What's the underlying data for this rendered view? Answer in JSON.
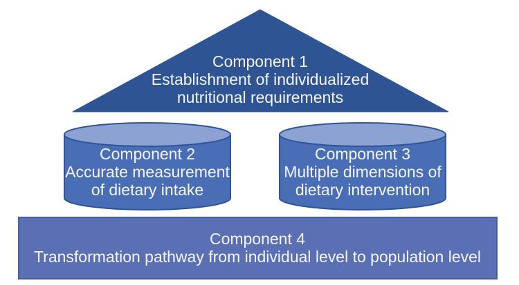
{
  "figure": {
    "type": "pyramid-component-diagram",
    "description": "Four-component diagram: a triangle on top, two cylinders in the middle row, and a wide rectangle base"
  },
  "colors": {
    "background": "#ffffff",
    "triangle_fill": "#2e5494",
    "cylinder_body": "#4a6eb6",
    "cylinder_top": "#8ca2d2",
    "cylinder_stroke": "#2f5496",
    "rect_fill": "#5a6fb4",
    "rect_border": "#475c9f",
    "text": "#f5f6fa"
  },
  "components": [
    {
      "shape": "triangle",
      "title": "Component 1",
      "lines": [
        "Establishment of individualized",
        "nutritional requirements"
      ]
    },
    {
      "shape": "cylinder",
      "title": "Component 2",
      "lines": [
        "Accurate measurement",
        "of dietary intake"
      ]
    },
    {
      "shape": "cylinder",
      "title": "Component 3",
      "lines": [
        "Multiple dimensions of",
        "dietary intervention"
      ]
    },
    {
      "shape": "rectangle",
      "title": "Component 4",
      "lines": [
        "Transformation pathway from individual level to population level"
      ]
    }
  ]
}
